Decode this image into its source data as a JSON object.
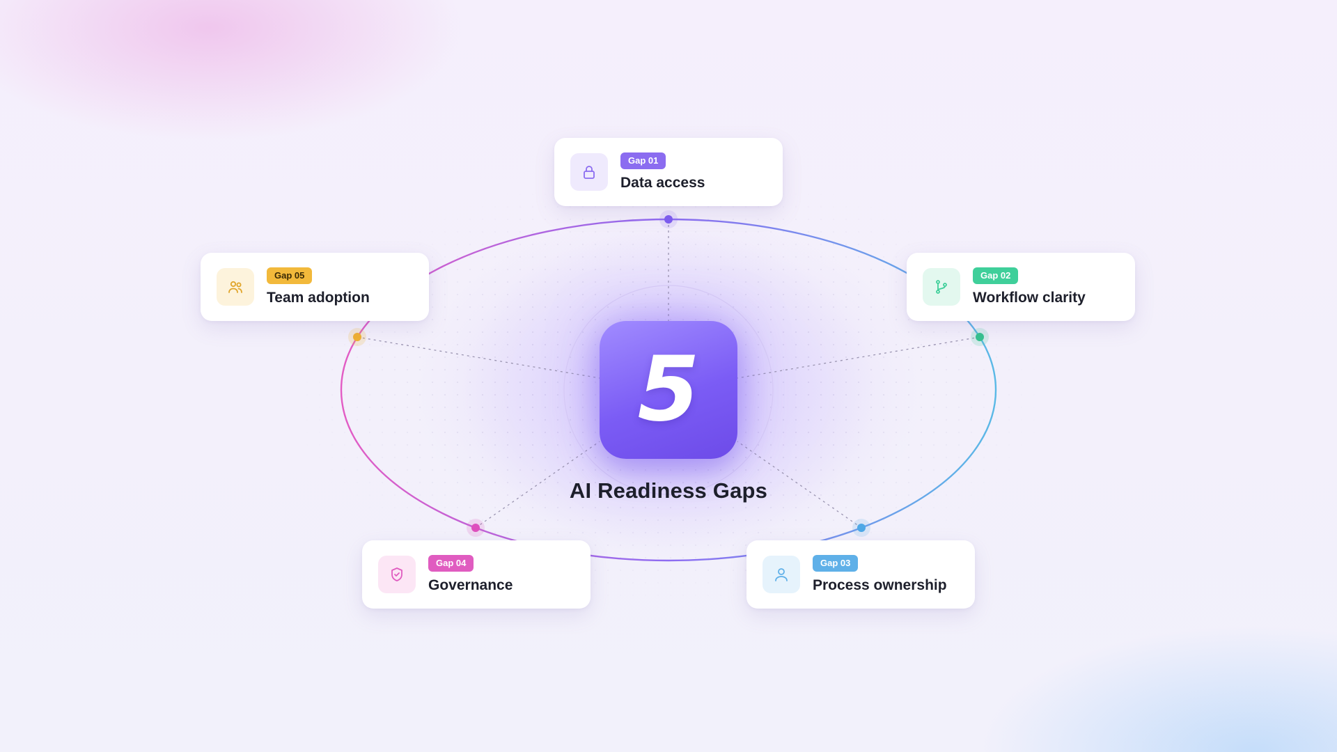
{
  "center": {
    "number": "5",
    "title": "AI Readiness Gaps"
  },
  "gaps": [
    {
      "badge": "Gap 01",
      "label": "Data access",
      "icon": "lock-icon",
      "color": "#8b6cf0",
      "icon_bg": "#efeafd"
    },
    {
      "badge": "Gap 02",
      "label": "Workflow clarity",
      "icon": "git-branch-icon",
      "color": "#3fcf9a",
      "icon_bg": "#e3f8ef"
    },
    {
      "badge": "Gap 03",
      "label": "Process ownership",
      "icon": "user-icon",
      "color": "#5fb0e8",
      "icon_bg": "#e6f3fc"
    },
    {
      "badge": "Gap 04",
      "label": "Governance",
      "icon": "shield-check-icon",
      "color": "#e05cc0",
      "icon_bg": "#fce6f5"
    },
    {
      "badge": "Gap 05",
      "label": "Team adoption",
      "icon": "users-icon",
      "color": "#f2b93b",
      "icon_bg": "#fdf3dc"
    }
  ]
}
